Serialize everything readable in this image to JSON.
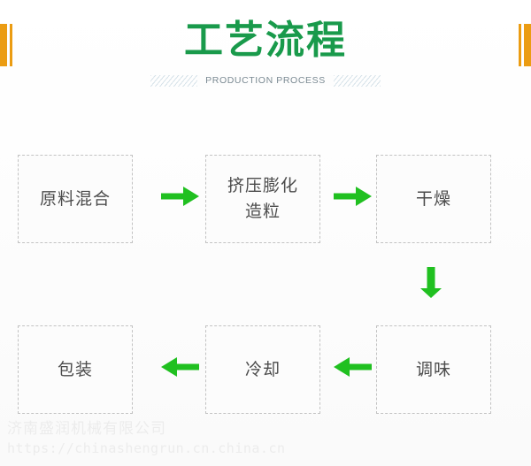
{
  "header": {
    "title": "工艺流程",
    "subtitle": "PRODUCTION PROCESS",
    "title_color": "#199a4b",
    "accent_bar_color": "#eb9c12",
    "subtitle_color": "#7b8a93"
  },
  "flow": {
    "arrow_color": "#20c020",
    "box_border_color": "#c2c2c2",
    "box_text_color": "#4c4c4c",
    "row1": [
      {
        "id": "raw-material-mixing",
        "lines": [
          "原料混合"
        ]
      },
      {
        "id": "extrusion-expansion-granulation",
        "lines": [
          "挤压膨化",
          "造粒"
        ]
      },
      {
        "id": "drying",
        "lines": [
          "干燥"
        ]
      }
    ],
    "row2": [
      {
        "id": "packaging",
        "lines": [
          "包装"
        ]
      },
      {
        "id": "cooling",
        "lines": [
          "冷却"
        ]
      },
      {
        "id": "seasoning",
        "lines": [
          "调味"
        ]
      }
    ],
    "arrows": [
      {
        "id": "arrow-raw-to-extrusion",
        "direction": "right"
      },
      {
        "id": "arrow-extrusion-to-drying",
        "direction": "right"
      },
      {
        "id": "arrow-drying-to-seasoning",
        "direction": "down"
      },
      {
        "id": "arrow-seasoning-to-cooling",
        "direction": "left"
      },
      {
        "id": "arrow-cooling-to-packaging",
        "direction": "left"
      }
    ]
  },
  "watermark": {
    "company": "济南盛润机械有限公司",
    "url": "https://chinashengrun.cn.china.cn",
    "color": "#ececec"
  }
}
